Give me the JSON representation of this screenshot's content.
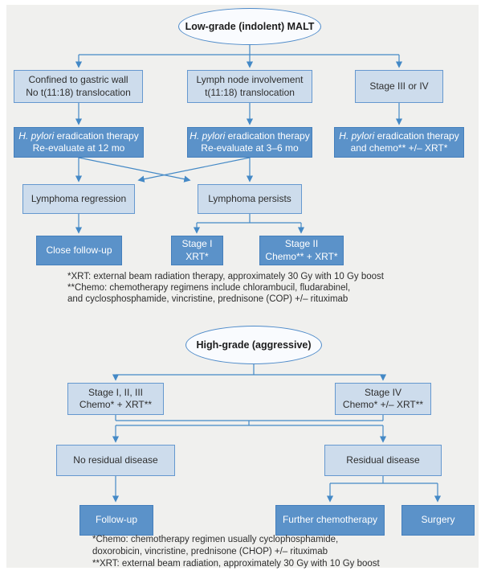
{
  "colors": {
    "panel_bg": "#f0f0ee",
    "arrow": "#4489c6",
    "light_fill": "#cddcec",
    "light_border": "#6598cf",
    "dark_fill": "#5b92c9",
    "dark_border": "#447fbc",
    "ellipse_fill": "#f9fbfe",
    "ellipse_border": "#4d8ac9",
    "text_dark": "#2e2e2e",
    "text_light": "#ffffff"
  },
  "low_grade": {
    "title": "Low-grade (indolent) MALT",
    "boxes": {
      "confined": {
        "line1": "Confined to gastric wall",
        "line2": "No t(11:18) translocation"
      },
      "lymph_node": {
        "line1": "Lymph node involvement",
        "line2": "t(11:18) translocation"
      },
      "stage34": {
        "line1": "Stage III or IV"
      },
      "hp1": {
        "italic": "H. pylori",
        "rest": " eradication therapy",
        "line2": "Re-evaluate at 12 mo"
      },
      "hp2": {
        "italic": "H. pylori",
        "rest": " eradication therapy",
        "line2": "Re-evaluate at 3–6 mo"
      },
      "hp3": {
        "italic": "H. pylori",
        "rest": " eradication therapy",
        "line2": "and chemo** +/– XRT*"
      },
      "regression": {
        "line1": "Lymphoma regression"
      },
      "persists": {
        "line1": "Lymphoma persists"
      },
      "close_followup": {
        "line1": "Close follow-up"
      },
      "stage1": {
        "line1": "Stage I",
        "line2": "XRT*"
      },
      "stage2": {
        "line1": "Stage II",
        "line2": "Chemo** + XRT*"
      }
    },
    "footnotes": [
      "*XRT: external beam radiation therapy, approximately 30 Gy with 10 Gy boost",
      "**Chemo: chemotherapy regimens include chlorambucil, fludarabinel,",
      "and cyclosphosphamide, vincristine, prednisone (COP) +/– rituximab"
    ]
  },
  "high_grade": {
    "title": "High-grade (aggressive)",
    "boxes": {
      "stage123": {
        "line1": "Stage I, II, III",
        "line2": "Chemo* + XRT**"
      },
      "stage4": {
        "line1": "Stage IV",
        "line2": "Chemo* +/– XRT**"
      },
      "no_residual": {
        "line1": "No residual disease"
      },
      "residual": {
        "line1": "Residual disease"
      },
      "followup": {
        "line1": "Follow-up"
      },
      "further_chemo": {
        "line1": "Further chemotherapy"
      },
      "surgery": {
        "line1": "Surgery"
      }
    },
    "footnotes": [
      "*Chemo: chemotherapy regimen usually cyclophosphamide,",
      "doxorobicin, vincristine, prednisone (CHOP) +/– rituximab",
      "**XRT: external beam radiation, approximately 30 Gy with 10 Gy boost"
    ]
  }
}
